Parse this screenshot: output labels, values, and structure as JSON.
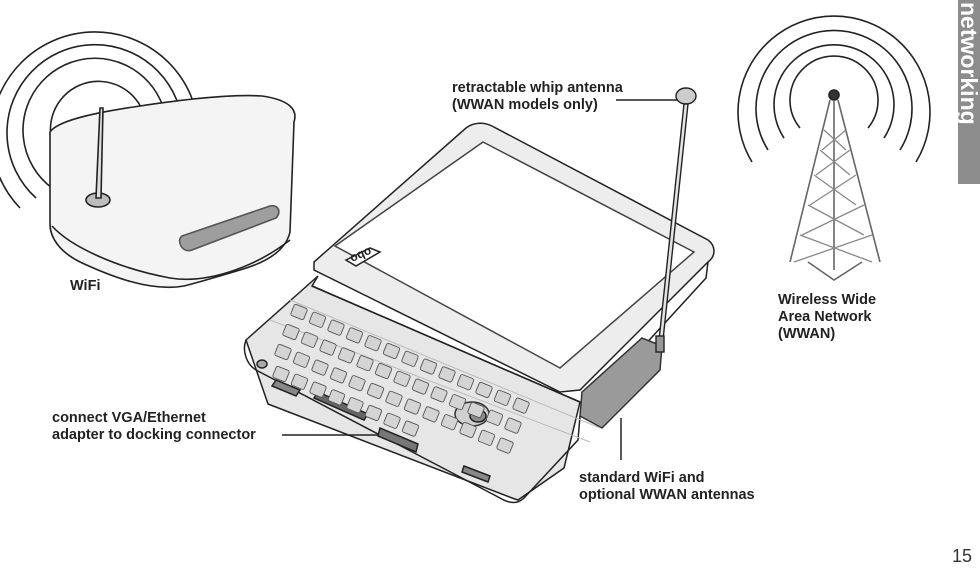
{
  "labels": {
    "wifi": "WiFi",
    "whip": [
      "retractable whip antenna",
      "(WWAN models only)"
    ],
    "wwan": [
      "Wireless Wide",
      "Area Network",
      "(WWAN)"
    ],
    "vga": [
      "connect VGA/Ethernet",
      "adapter to docking connector"
    ],
    "antennas": [
      "standard WiFi and",
      "optional WWAN antennas"
    ]
  },
  "device_logo": "oqo",
  "section_tab": "networking",
  "page_number": "15"
}
